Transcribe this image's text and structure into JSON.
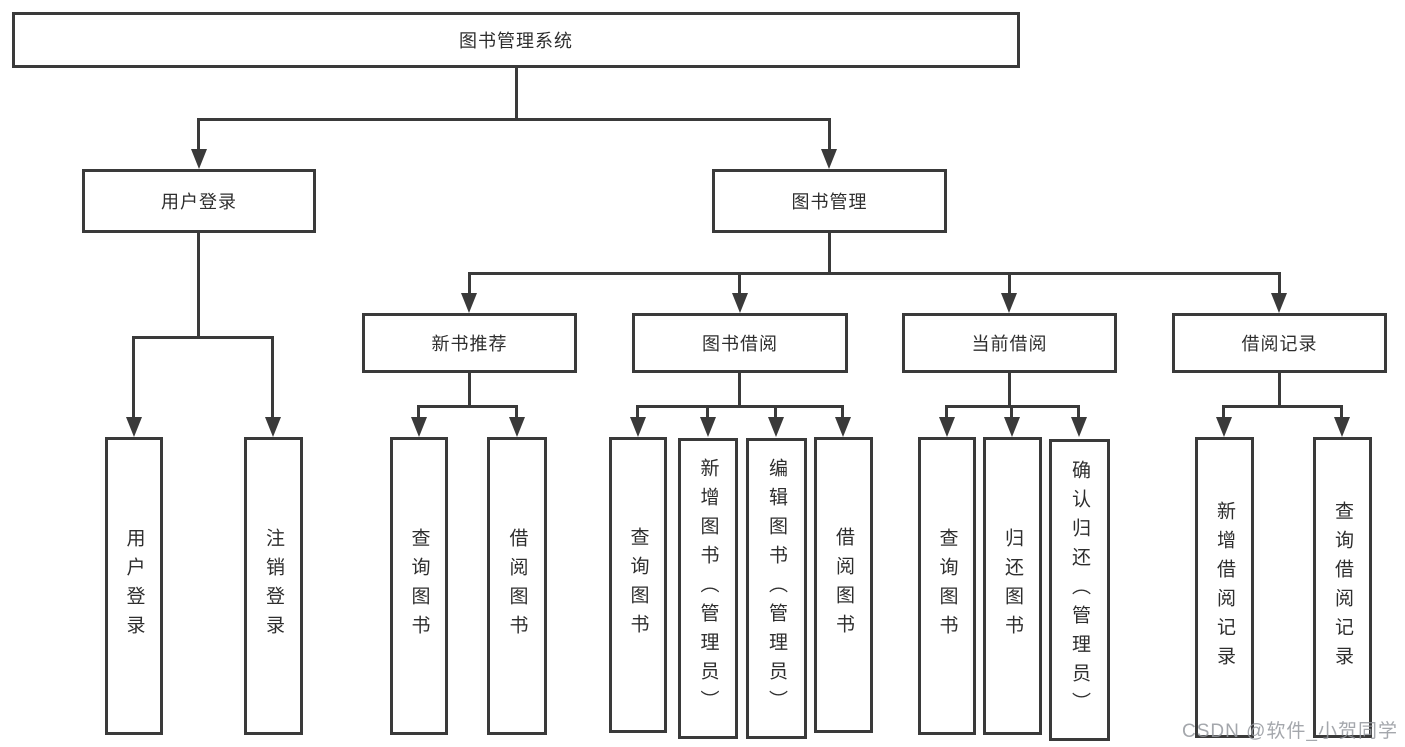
{
  "diagram": {
    "root": {
      "label": "图书管理系统",
      "children": [
        {
          "label": "用户登录",
          "children": [
            {
              "label": "用户登录"
            },
            {
              "label": "注销登录"
            }
          ]
        },
        {
          "label": "图书管理",
          "children": [
            {
              "label": "新书推荐",
              "children": [
                {
                  "label": "查询图书"
                },
                {
                  "label": "借阅图书"
                }
              ]
            },
            {
              "label": "图书借阅",
              "children": [
                {
                  "label": "查询图书"
                },
                {
                  "label": "新增图书（管理员）"
                },
                {
                  "label": "编辑图书（管理员）"
                },
                {
                  "label": "借阅图书"
                }
              ]
            },
            {
              "label": "当前借阅",
              "children": [
                {
                  "label": "查询图书"
                },
                {
                  "label": "归还图书"
                },
                {
                  "label": "确认归还（管理员）"
                }
              ]
            },
            {
              "label": "借阅记录",
              "children": [
                {
                  "label": "新增借阅记录"
                },
                {
                  "label": "查询借阅记录"
                }
              ]
            }
          ]
        }
      ]
    }
  },
  "watermark": {
    "text": "CSDN @软件_小贺同学"
  },
  "colors": {
    "line": "#3a3a3a",
    "box_fill": "#ffffff",
    "background": "#ffffff",
    "text": "#2e2e2e",
    "watermark_text": "#94989e"
  }
}
